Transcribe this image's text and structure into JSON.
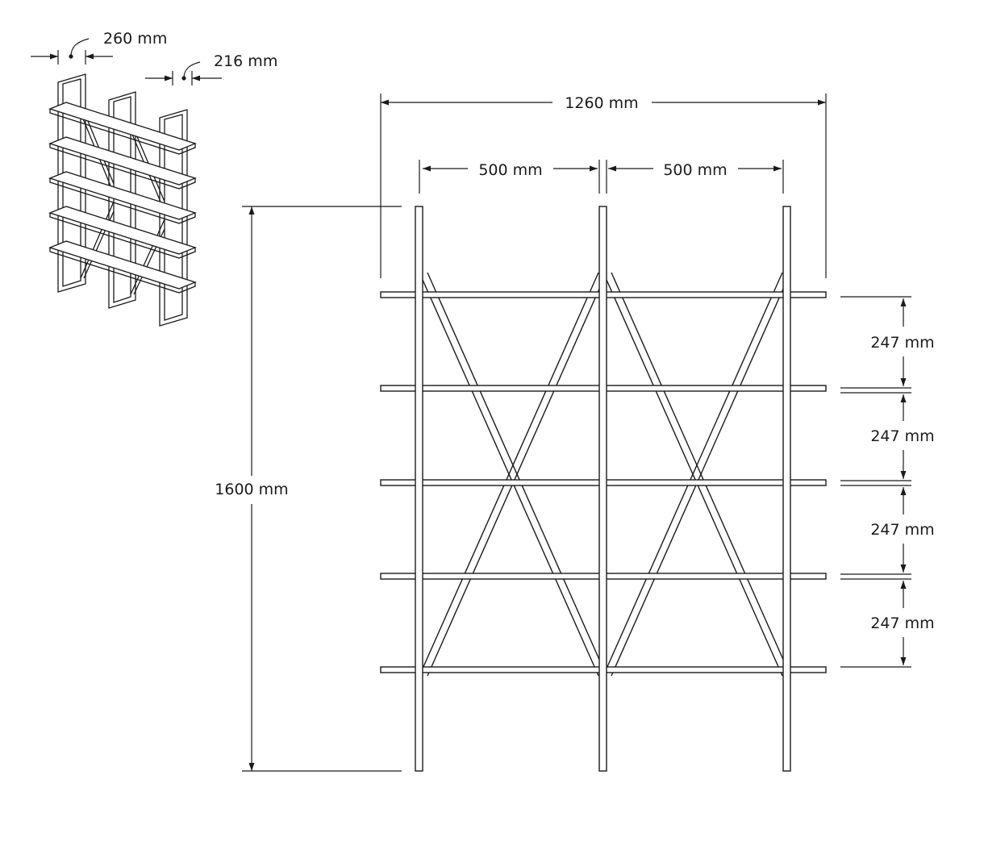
{
  "dimensions": {
    "depth_top": "260 mm",
    "depth_shelf": "216 mm",
    "total_width": "1260 mm",
    "bay_left": "500 mm",
    "bay_right": "500 mm",
    "total_height": "1600 mm",
    "shelf_spacing": [
      "247 mm",
      "247 mm",
      "247 mm",
      "247 mm"
    ]
  },
  "colors": {
    "line": "#1a1a1a",
    "background": "#ffffff"
  }
}
